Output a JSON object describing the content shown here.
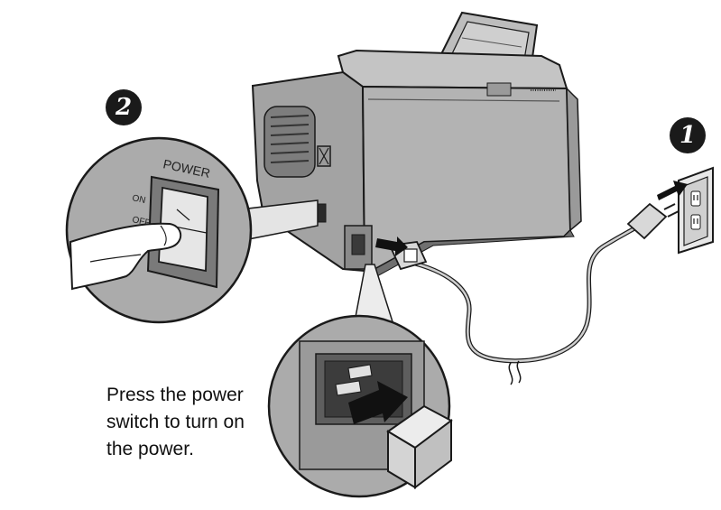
{
  "steps": {
    "step_one_number": "1",
    "step_two_number": "2"
  },
  "switch_panel": {
    "title": "POWER",
    "on_label": "ON",
    "off_label": "OFF"
  },
  "caption": {
    "lines": [
      "Press the power",
      "switch to turn on",
      "the power."
    ]
  },
  "colors": {
    "body_gray": "#a6a6a6",
    "dark_gray": "#6e6e6e",
    "light_gray": "#c8c8c8",
    "outline": "#1a1a1a",
    "arrow": "#111111"
  }
}
